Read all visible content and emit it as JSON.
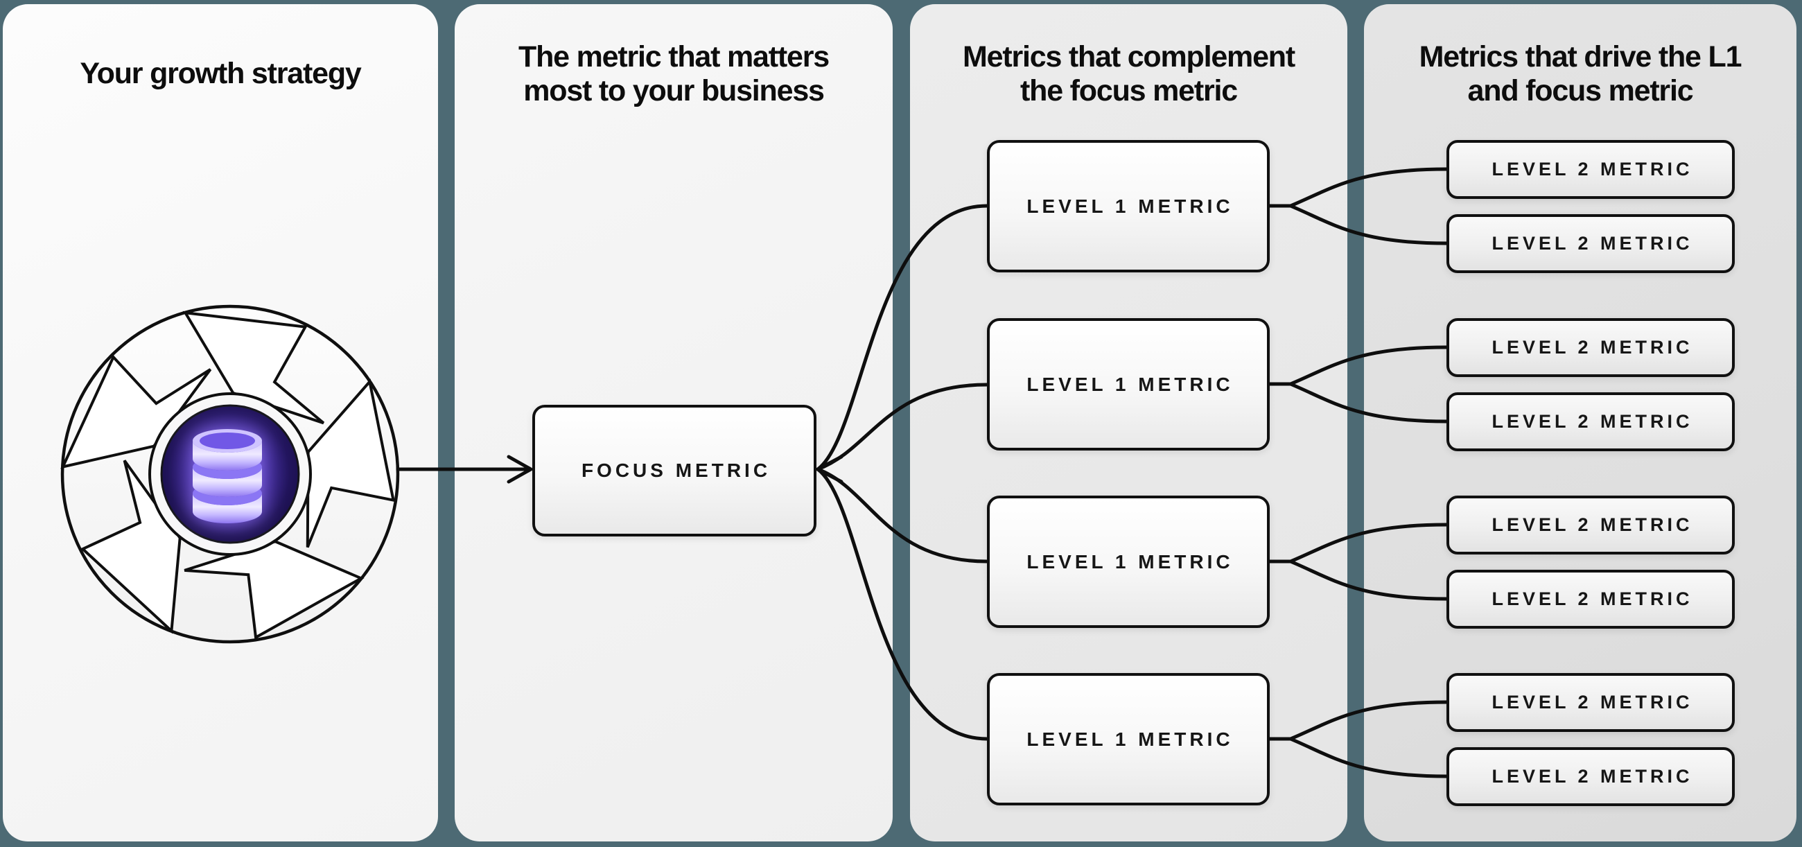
{
  "colors": {
    "background_teal": "#4d6a74",
    "panel_light": "#f6f6f6",
    "panel_mid": "#e8e8e8",
    "panel_dark": "#dfdfdf",
    "line_black": "#0e0e0e",
    "accent_indigo": "#2a1a6e",
    "accent_purple": "#b3a1fb"
  },
  "panels": [
    {
      "id": "growth-strategy",
      "title_lines": [
        "Your growth strategy"
      ]
    },
    {
      "id": "focus-metric",
      "title_lines": [
        "The metric that matters",
        "most to your business"
      ]
    },
    {
      "id": "level1-metrics",
      "title_lines": [
        "Metrics that complement",
        "the focus metric"
      ]
    },
    {
      "id": "level2-metrics",
      "title_lines": [
        "Metrics that drive the L1",
        "and focus metric"
      ]
    }
  ],
  "nodes": {
    "focus": {
      "label": "FOCUS METRIC"
    },
    "level1": [
      {
        "label": "LEVEL 1 METRIC"
      },
      {
        "label": "LEVEL 1 METRIC"
      },
      {
        "label": "LEVEL 1 METRIC"
      },
      {
        "label": "LEVEL 1 METRIC"
      }
    ],
    "level2": [
      {
        "label": "LEVEL 2 METRIC"
      },
      {
        "label": "LEVEL 2 METRIC"
      },
      {
        "label": "LEVEL 2 METRIC"
      },
      {
        "label": "LEVEL 2 METRIC"
      },
      {
        "label": "LEVEL 2 METRIC"
      },
      {
        "label": "LEVEL 2 METRIC"
      },
      {
        "label": "LEVEL 2 METRIC"
      },
      {
        "label": "LEVEL 2 METRIC"
      }
    ]
  },
  "icons": {
    "flywheel": "flywheel-icon",
    "database": "database-icon"
  }
}
